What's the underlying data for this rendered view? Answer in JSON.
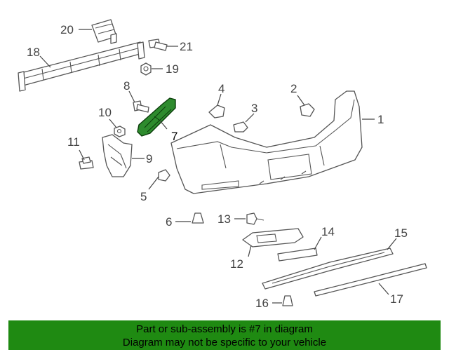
{
  "callouts": [
    "1",
    "2",
    "3",
    "4",
    "5",
    "6",
    "7",
    "8",
    "9",
    "10",
    "11",
    "12",
    "13",
    "14",
    "15",
    "16",
    "17",
    "18",
    "19",
    "20",
    "21"
  ],
  "highlight_color": "#1f8a12",
  "banner": {
    "line1": "Part or sub-assembly is #7 in diagram",
    "line2": "Diagram may not be specific to your vehicle"
  }
}
